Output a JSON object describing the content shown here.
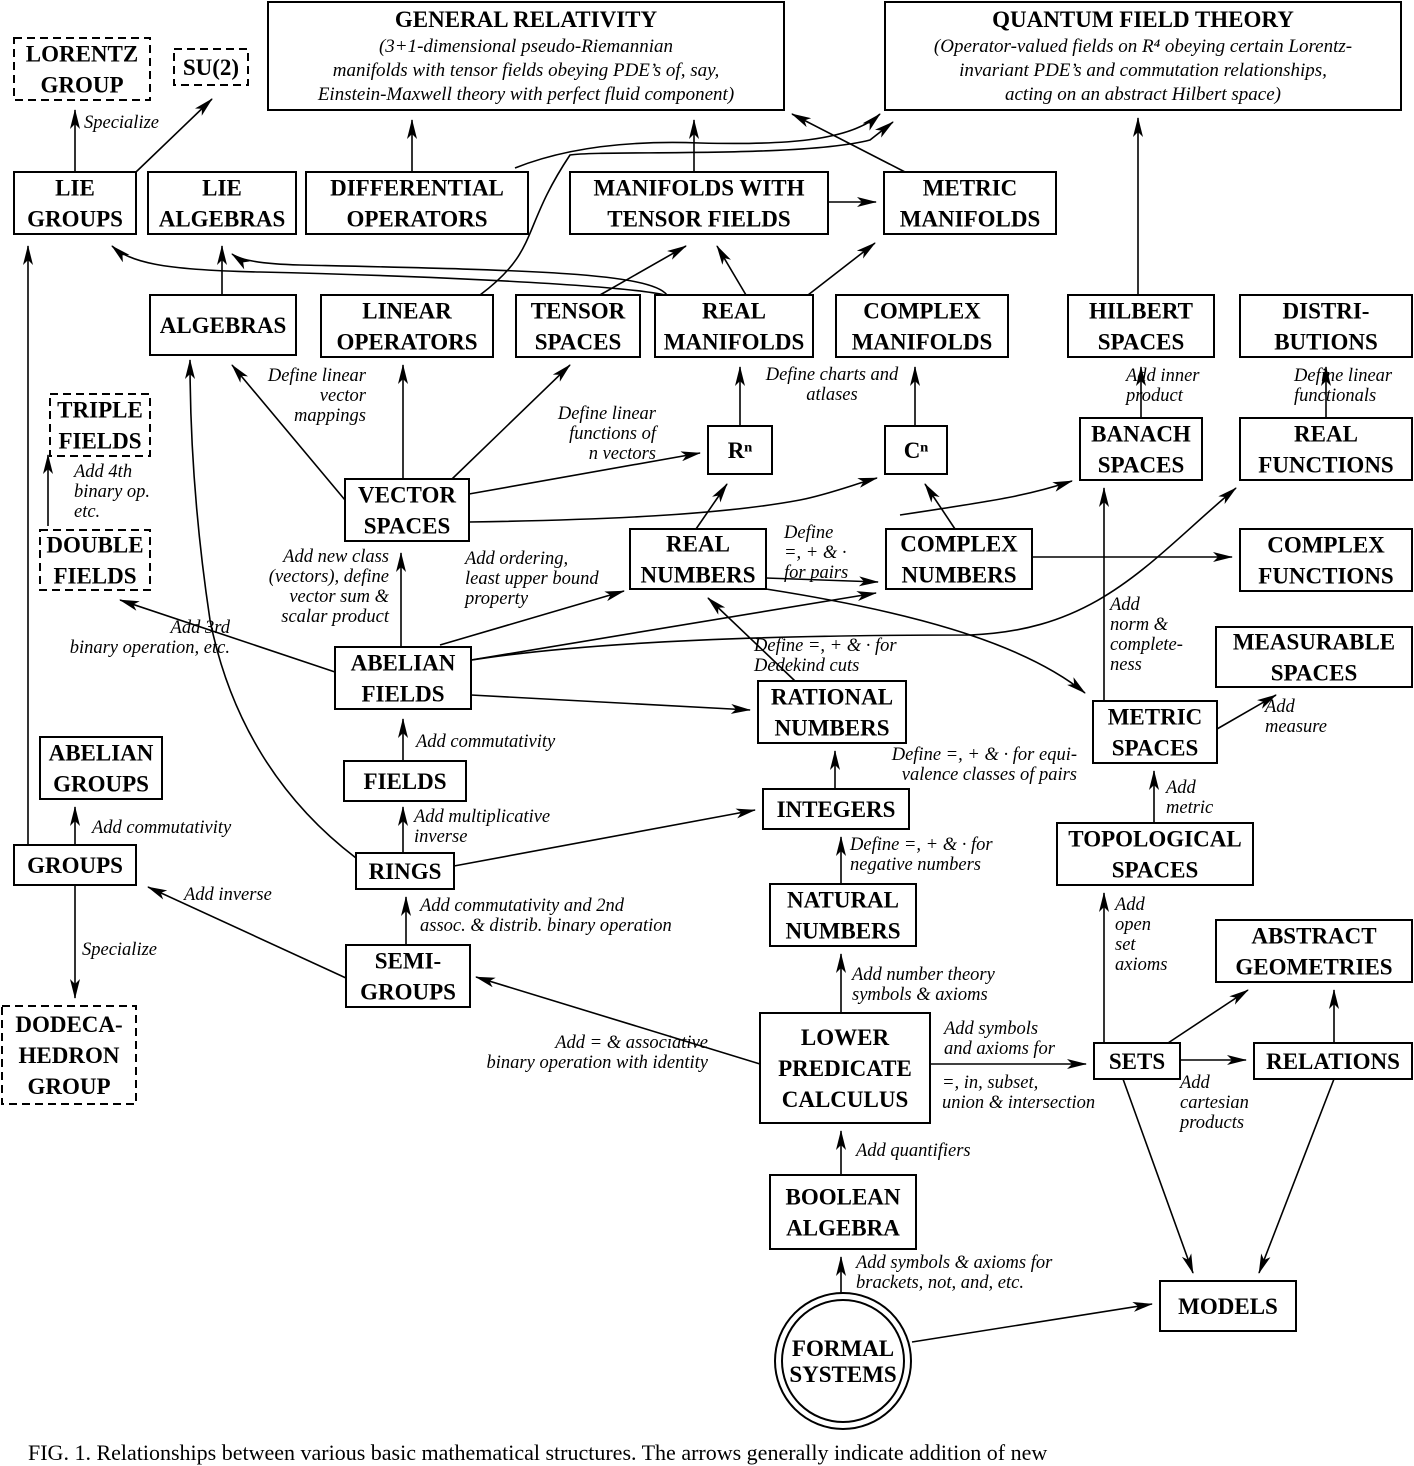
{
  "nodes": {
    "lorentz_group": "LORENTZ|GROUP",
    "su2": "SU(2)",
    "general_relativity": "GENERAL RELATIVITY",
    "general_relativity_desc": "(3+1-dimensional pseudo-Riemannian|manifolds with tensor fields obeying PDE’s of, say,|Einstein-Maxwell theory with perfect fluid component)",
    "quantum_field_theory": "QUANTUM FIELD THEORY",
    "quantum_field_theory_desc": "(Operator-valued fields on R⁴ obeying certain Lorentz-|invariant PDE’s and commutation relationships,|acting on an abstract Hilbert space)",
    "lie_groups": "LIE|GROUPS",
    "lie_algebras": "LIE|ALGEBRAS",
    "differential_operators": "DIFFERENTIAL|OPERATORS",
    "manifolds_with_tensor_fields": "MANIFOLDS WITH|TENSOR FIELDS",
    "metric_manifolds": "METRIC|MANIFOLDS",
    "algebras": "ALGEBRAS",
    "linear_operators": "LINEAR|OPERATORS",
    "tensor_spaces": "TENSOR|SPACES",
    "real_manifolds": "REAL|MANIFOLDS",
    "complex_manifolds": "COMPLEX|MANIFOLDS",
    "hilbert_spaces": "HILBERT|SPACES",
    "distributions": "DISTRI-|BUTIONS",
    "triple_fields": "TRIPLE|FIELDS",
    "rn": "Rⁿ",
    "cn": "Cⁿ",
    "banach_spaces": "BANACH|SPACES",
    "real_functions": "REAL|FUNCTIONS",
    "vector_spaces": "VECTOR|SPACES",
    "double_fields": "DOUBLE|FIELDS",
    "real_numbers": "REAL|NUMBERS",
    "complex_numbers": "COMPLEX|NUMBERS",
    "complex_functions": "COMPLEX|FUNCTIONS",
    "measurable_spaces": "MEASURABLE|SPACES",
    "abelian_fields": "ABELIAN|FIELDS",
    "rational_numbers": "RATIONAL|NUMBERS",
    "metric_spaces": "METRIC|SPACES",
    "abelian_groups": "ABELIAN|GROUPS",
    "fields": "FIELDS",
    "integers": "INTEGERS",
    "topological_spaces": "TOPOLOGICAL|SPACES",
    "groups": "GROUPS",
    "rings": "RINGS",
    "natural_numbers": "NATURAL|NUMBERS",
    "abstract_geometries": "ABSTRACT|GEOMETRIES",
    "semigroups": "SEMI-|GROUPS",
    "dodecahedron_group": "DODECA-|HEDRON|GROUP",
    "lower_predicate_calculus": "LOWER|PREDICATE|CALCULUS",
    "sets": "SETS",
    "relations": "RELATIONS",
    "boolean_algebra": "BOOLEAN|ALGEBRA",
    "models": "MODELS",
    "formal_systems": "FORMAL|SYSTEMS"
  },
  "edge_labels": {
    "specialize_top": "Specialize",
    "define_linear_vector_mappings": "Define linear|vector|mappings",
    "define_linear_functions": "Define linear|functions of|n vectors",
    "define_charts_atlases": "Define charts and|atlases",
    "add_inner_product": "Add inner|product",
    "define_linear_functionals": "Define linear|functionals",
    "add_4th_binary_op": "Add 4th|binary op.|etc.",
    "add_new_class": "Add new class|(vectors), define|vector sum &|scalar product",
    "add_ordering": "Add ordering,|least upper bound|property",
    "define_pairs": "Define|=, + & ·|for pairs",
    "add_3rd_binary_operation": "Add 3rd|binary operation, etc.",
    "define_dedekind": "Define =, + & · for|Dedekind cuts",
    "add_norm_completeness": "Add|norm &|complete-|ness",
    "add_measure": "Add|measure",
    "add_commutativity_fields": "Add commutativity",
    "define_equivalence_classes": "Define =, + & · for equi-|valence classes of pairs",
    "add_metric": "Add|metric",
    "add_commutativity_groups": "Add commutativity",
    "add_multiplicative_inverse": "Add multiplicative|inverse",
    "define_negative_numbers": "Define =, + & · for|negative numbers",
    "add_inverse": "Add inverse",
    "add_commutativity_2nd": "Add commutativity and 2nd|assoc. & distrib. binary operation",
    "add_open_set_axioms": "Add|open|set|axioms",
    "specialize_bottom": "Specialize",
    "add_number_theory": "Add number theory|symbols & axioms",
    "add_symbols_axioms_for": "Add symbols|and axioms for",
    "add_eq_associative": "Add = & associative|binary operation with identity",
    "eq_in_subset": "=, in, subset,|union & intersection",
    "add_cartesian_products": "Add|cartesian|products",
    "add_quantifiers": "Add quantifiers",
    "add_symbols_brackets": "Add symbols & axioms for|brackets, not, and, etc."
  },
  "caption": "FIG. 1.    Relationships between various basic mathematical structures.  The arrows generally indicate addition of new"
}
